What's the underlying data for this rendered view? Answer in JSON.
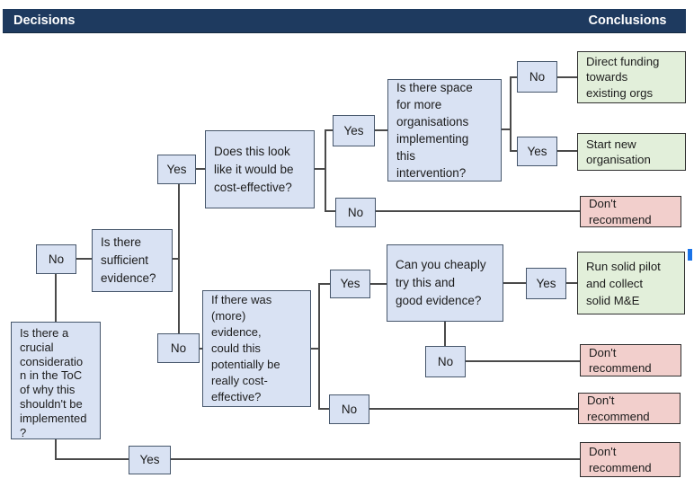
{
  "headers": {
    "decisions": "Decisions",
    "conclusions": "Conclusions"
  },
  "labels": {
    "yes": "Yes",
    "no": "No"
  },
  "decisions": {
    "crucial_consideration": "Is there a\ncrucial\nconsideratio\nn in the ToC\nof why this\nshouldn't be\nimplemented\n?",
    "sufficient_evidence": "Is there\nsufficient\nevidence?",
    "cost_effective": "Does this look\nlike it would be\ncost-effective?",
    "space_for_orgs": "Is there space\nfor more\norganisations\nimplementing\nthis\nintervention?",
    "more_evidence": "If there was\n(more)\nevidence,\ncould this\npotentially be\nreally cost-\neffective?",
    "cheap_trial": "Can you cheaply\ntry this and\ngood evidence?"
  },
  "conclusions": {
    "direct_funding": "Direct funding\ntowards\nexisting orgs",
    "start_new_org": "Start new\norganisation",
    "run_pilot": "Run solid pilot\nand collect\nsolid M&E",
    "dont_recommend": "Don't\nrecommend"
  },
  "colors": {
    "header_bg": "#1e3a5f",
    "decision_fill": "#d9e2f3",
    "decision_border": "#46566b",
    "positive_fill": "#e2efda",
    "negative_fill": "#f2cfcc",
    "line": "#4a4a4a",
    "cursor": "#1a73e8"
  }
}
